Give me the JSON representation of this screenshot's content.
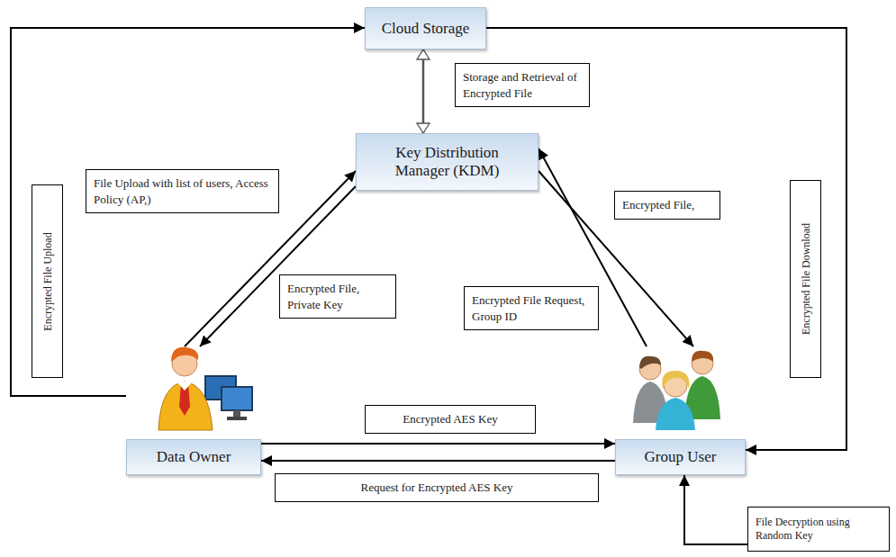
{
  "diagram": {
    "nodes": [
      {
        "text": [
          "Cloud Storage"
        ]
      },
      {
        "text": [
          "Key Distribution Manager (KDM)"
        ]
      },
      {
        "text": [
          "Data Owner"
        ]
      },
      {
        "text": [
          "Group User"
        ]
      },
      {
        "text": [
          "File Decryption using Random Key"
        ]
      }
    ],
    "edges": [
      {
        "from": 2,
        "to": 0,
        "arrow": "to",
        "label": "Encrypted File Upload"
      },
      {
        "from": 0,
        "to": 3,
        "arrow": "to",
        "label": "Encrypted File Download"
      },
      {
        "from": 0,
        "to": 1,
        "arrow": "both",
        "label": "Storage and Retrieval of Encrypted File"
      },
      {
        "from": 2,
        "to": 1,
        "arrow": "to",
        "label": "File Upload with list of users, Access Policy (AP,)"
      },
      {
        "from": 1,
        "to": 2,
        "arrow": "to",
        "label": "Encrypted File, Private Key"
      },
      {
        "from": 1,
        "to": 3,
        "arrow": "to",
        "label": "Encrypted File,"
      },
      {
        "from": 3,
        "to": 1,
        "arrow": "to",
        "label": "Encrypted File Request, Group ID"
      },
      {
        "from": 2,
        "to": 3,
        "arrow": "to",
        "label": "Encrypted AES Key"
      },
      {
        "from": 3,
        "to": 2,
        "arrow": "to",
        "label": "Request for Encrypted AES Key"
      },
      {
        "from": 4,
        "to": 3,
        "arrow": "to"
      }
    ]
  }
}
